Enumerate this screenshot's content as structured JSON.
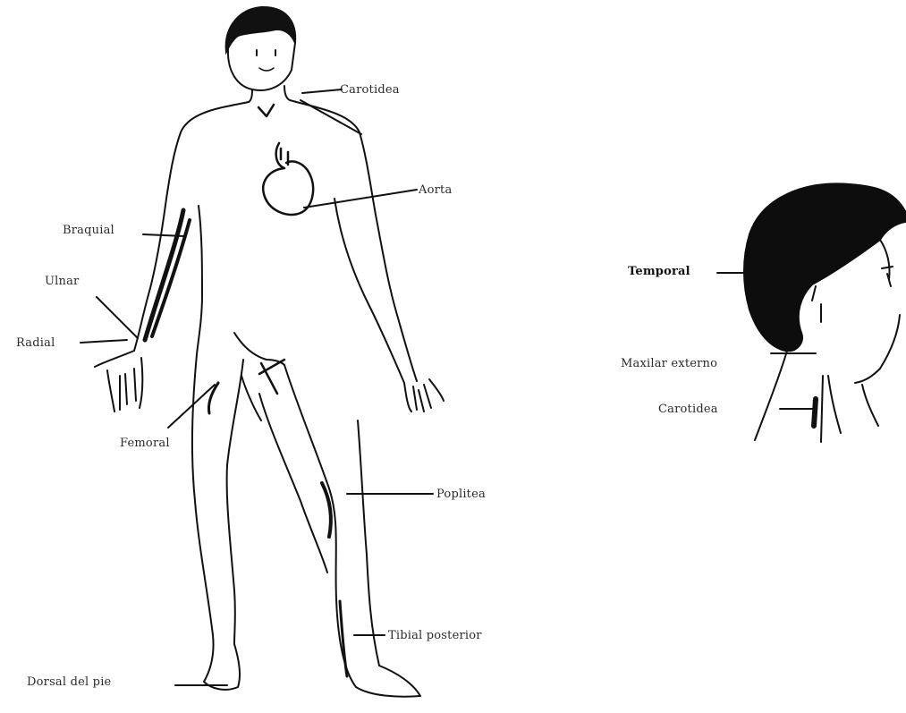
{
  "body_labels": {
    "carotidea": "Carotidea",
    "aorta": "Aorta",
    "braquial": "Braquial",
    "ulnar": "Ulnar",
    "radial": "Radial",
    "femoral": "Femoral",
    "poplitea": "Poplitea",
    "tibial_posterior": "Tibial posterior",
    "dorsal_del_pie": "Dorsal del pie"
  },
  "head_labels": {
    "temporal": "Temporal",
    "maxilar_externo": "Maxilar externo",
    "carotidea": "Carotidea"
  }
}
